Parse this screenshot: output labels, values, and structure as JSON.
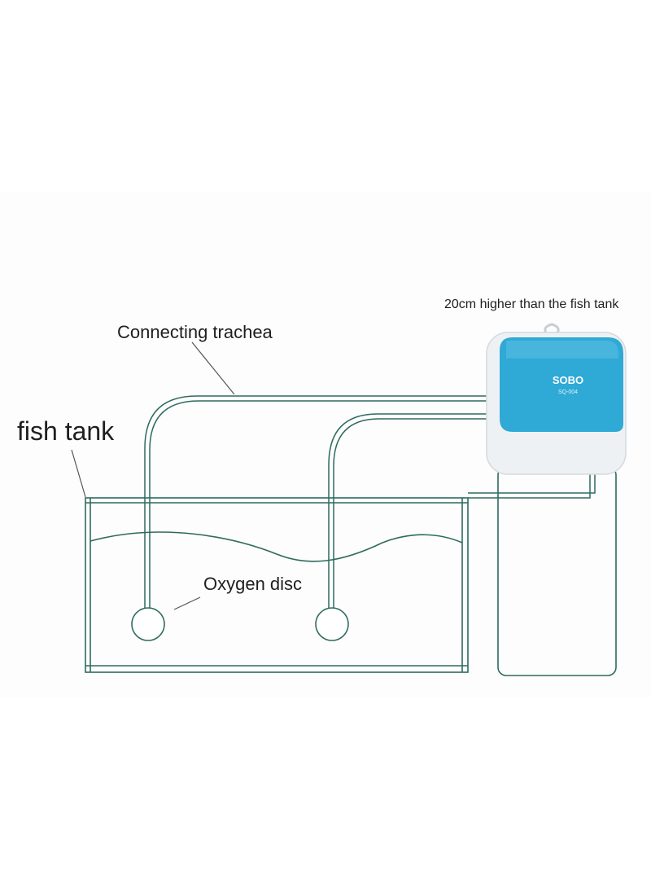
{
  "labels": {
    "height_note": "20cm higher than the fish tank",
    "connecting_trachea": "Connecting trachea",
    "fish_tank": "fish tank",
    "oxygen_disc": "Oxygen disc"
  },
  "pump": {
    "brand": "SOBO",
    "model": "SQ-004",
    "face_color": "#2fa9d6",
    "body_color": "#eef1f4"
  },
  "colors": {
    "outline": "#2e6b5e",
    "pointer": "#555555",
    "background": "#fdfdfd"
  }
}
